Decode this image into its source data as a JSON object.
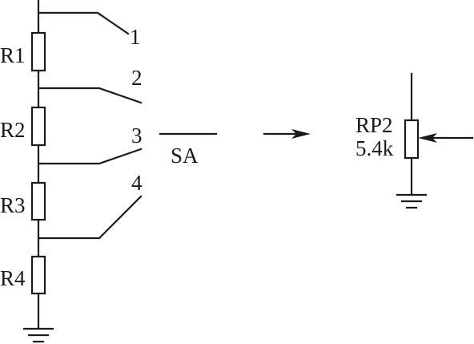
{
  "resistors": [
    {
      "label": "R1"
    },
    {
      "label": "R2"
    },
    {
      "label": "R3"
    },
    {
      "label": "R4"
    }
  ],
  "switch": {
    "label": "SA",
    "positions": [
      "1",
      "2",
      "3",
      "4"
    ]
  },
  "potentiometer": {
    "label": "RP2",
    "value": "5.4k"
  }
}
